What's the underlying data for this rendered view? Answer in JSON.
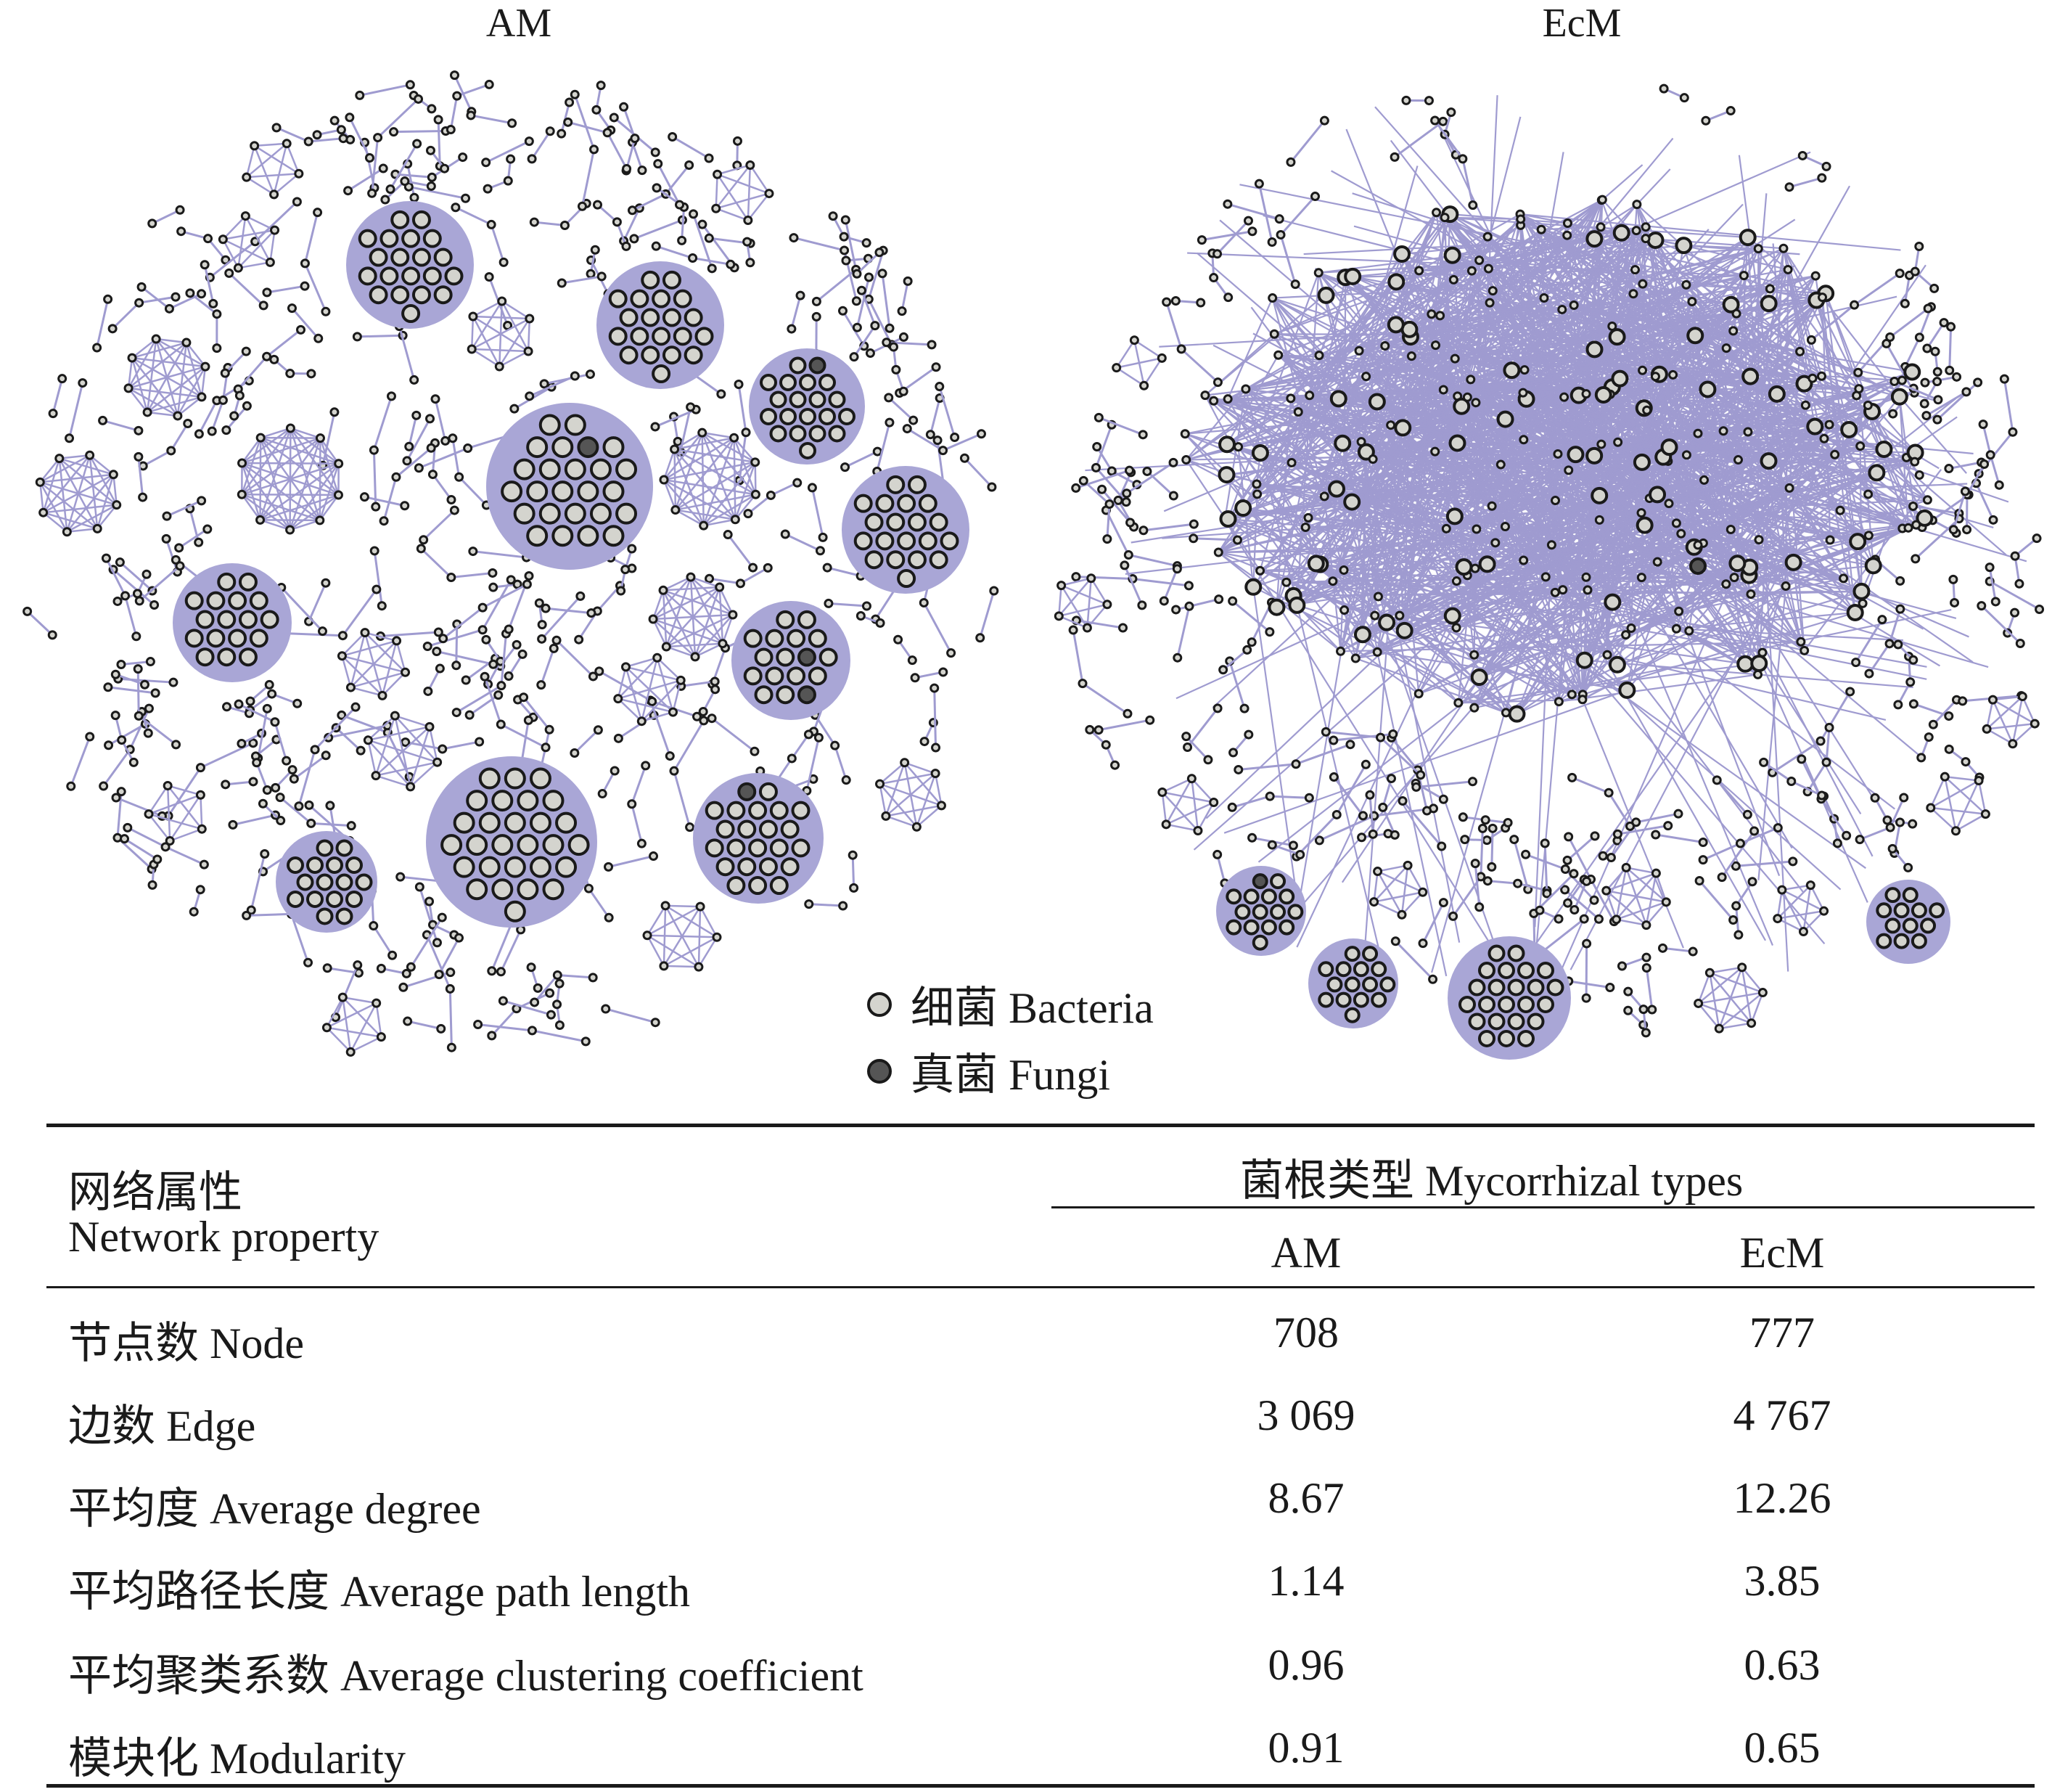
{
  "panels": {
    "am_title": "AM",
    "ecm_title": "EcM"
  },
  "legend": {
    "bacteria": "细菌 Bacteria",
    "fungi": "真菌 Fungi",
    "bacteria_color": "#d4d4ce",
    "fungi_color": "#555555"
  },
  "colors": {
    "edge": "#9f9bd0",
    "module_fill": "#a9a6d6",
    "node_stroke": "#1a1a1a"
  },
  "table": {
    "property_header_zh": "网络属性",
    "property_header_en": "Network property",
    "group_header": "菌根类型 Mycorrhizal types",
    "col_am": "AM",
    "col_ecm": "EcM",
    "rows": [
      {
        "label": "节点数 Node",
        "am": "708",
        "ecm": "777"
      },
      {
        "label": "边数 Edge",
        "am": "3 069",
        "ecm": "4 767"
      },
      {
        "label": "平均度 Average degree",
        "am": "8.67",
        "ecm": "12.26"
      },
      {
        "label": "平均路径长度 Average path length",
        "am": "1.14",
        "ecm": "3.85"
      },
      {
        "label": "平均聚类系数 Average clustering coefficient",
        "am": "0.96",
        "ecm": "0.63"
      },
      {
        "label": "模块化 Modularity",
        "am": "0.91",
        "ecm": "0.65"
      }
    ]
  }
}
